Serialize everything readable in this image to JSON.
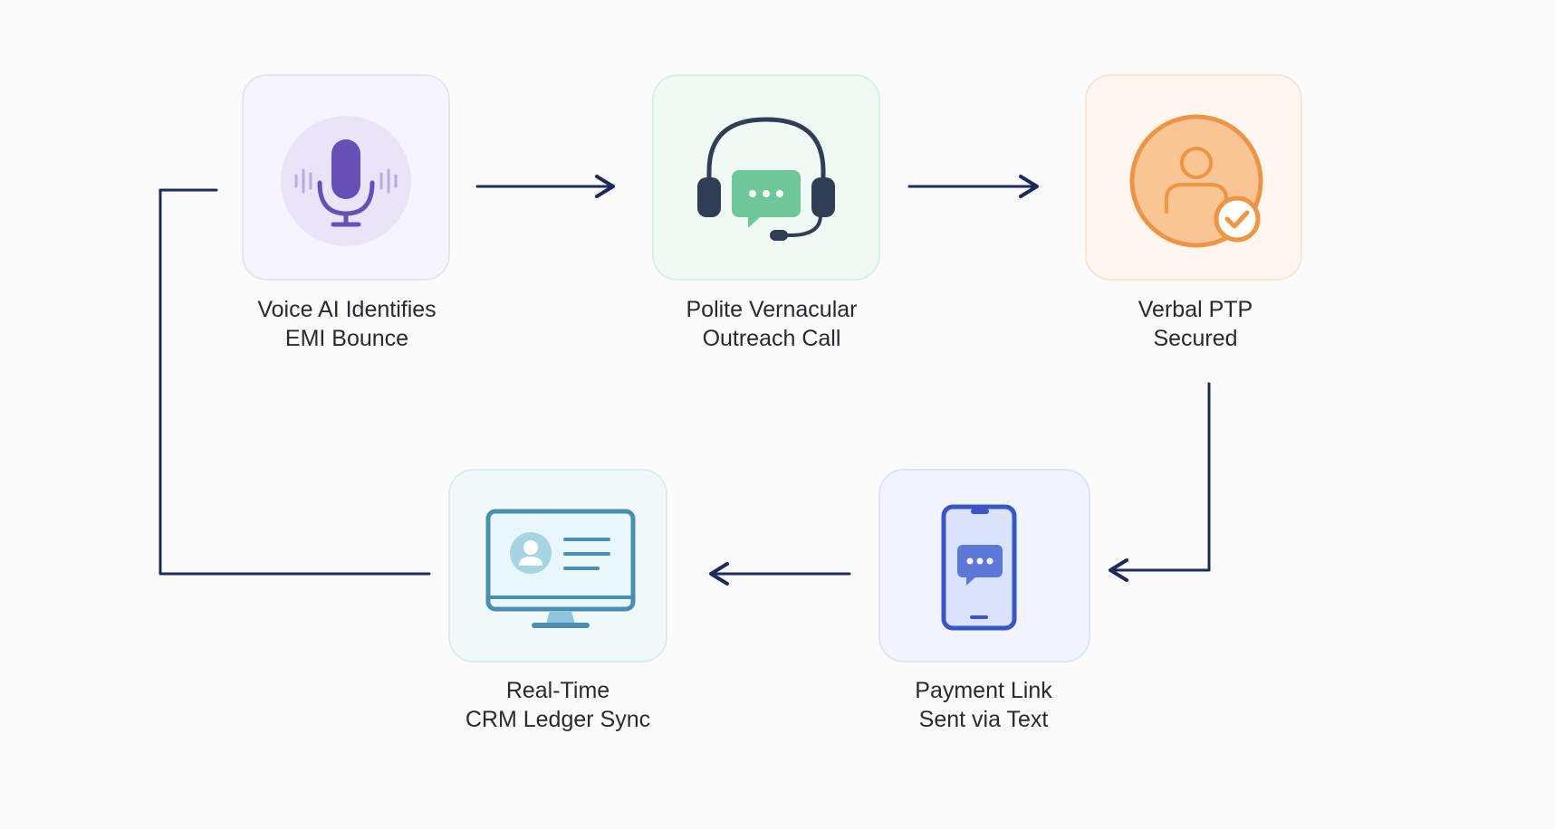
{
  "steps": [
    {
      "id": "voice-ai",
      "line1": "Voice AI Identifies",
      "line2": "EMI Bounce",
      "icon": "microphone-icon",
      "bg": "#f6f4fc",
      "border": "#e7e3f3",
      "accent": "#6650b8"
    },
    {
      "id": "outreach",
      "line1": "Polite Vernacular",
      "line2": "Outreach Call",
      "icon": "headset-chat-icon",
      "bg": "#f1f9f4",
      "border": "#dcefe3",
      "accent": "#6fc79a"
    },
    {
      "id": "ptp",
      "line1": "Verbal PTP",
      "line2": "Secured",
      "icon": "user-check-icon",
      "bg": "#fff6ef",
      "border": "#fbe6d6",
      "accent": "#ee9543"
    },
    {
      "id": "payment-link",
      "line1": "Payment Link",
      "line2": "Sent via Text",
      "icon": "smartphone-message-icon",
      "bg": "#f1f4fd",
      "border": "#dfe5f5",
      "accent": "#3a55c8"
    },
    {
      "id": "crm-sync",
      "line1": "Real-Time",
      "line2": "CRM Ledger Sync",
      "icon": "monitor-contact-icon",
      "bg": "#f0f8f9",
      "border": "#dcedef",
      "accent": "#6cb6cc"
    }
  ],
  "colors": {
    "connector": "#1d2b5a"
  }
}
